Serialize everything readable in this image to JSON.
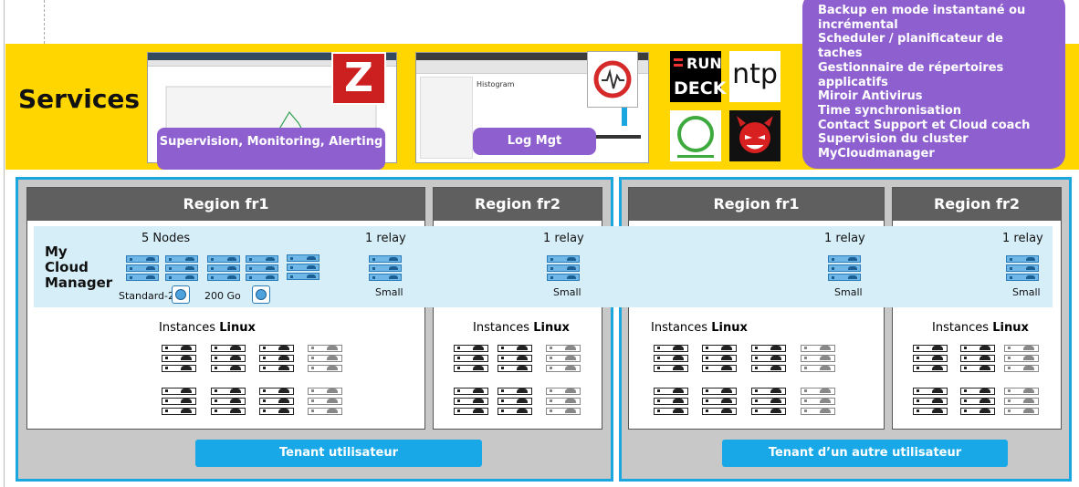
{
  "header": {
    "title": "Services"
  },
  "screenshots": {
    "zabbix": {
      "caption": "Supervision, Monitoring, Alerting",
      "logo_letter": "Z",
      "icon": "zabbix-logo-icon"
    },
    "graylog": {
      "caption": "Log Mgt",
      "icon": "graylog-logo-icon",
      "panel_title": "Histogram"
    }
  },
  "logos": {
    "rundeck": {
      "line1": "RUN",
      "line2": "DECK"
    },
    "ntp": {
      "text": "ntp"
    },
    "open_circle": {
      "icon": "circle-logo-icon"
    },
    "devil": {
      "icon": "freebsd-devil-icon"
    }
  },
  "services_list": [
    "Backup en mode instantané ou",
    "incrémental",
    "Scheduler / planificateur de",
    "taches",
    "Gestionnaire de répertoires",
    "applicatifs",
    "Miroir Antivirus",
    "Time synchronisation",
    "Contact Support et Cloud coach",
    "Supervision du cluster",
    "MyCloudmanager"
  ],
  "mcm": {
    "title_lines": [
      "My",
      "Cloud",
      "Manager"
    ],
    "nodes_label": "5 Nodes",
    "relay_label": "1 relay",
    "standard_label": "Standard-2",
    "storage_label": "200 Go",
    "small_label": "Small"
  },
  "tenants": [
    {
      "regions": [
        {
          "title": "Region fr1"
        },
        {
          "title": "Region fr2"
        }
      ],
      "button": "Tenant utilisateur"
    },
    {
      "regions": [
        {
          "title": "Region fr1"
        },
        {
          "title": "Region fr2"
        }
      ],
      "button": "Tenant d’un autre utilisateur"
    }
  ],
  "instances": {
    "prefix": "Instances ",
    "os": "Linux"
  },
  "colors": {
    "band": "#ffd600",
    "purple": "#8e5fcf",
    "tenant_border": "#1aa7e0",
    "button": "#18a8e8",
    "mcm_bg": "#d6eef8",
    "region_header": "#5f5f5f"
  }
}
